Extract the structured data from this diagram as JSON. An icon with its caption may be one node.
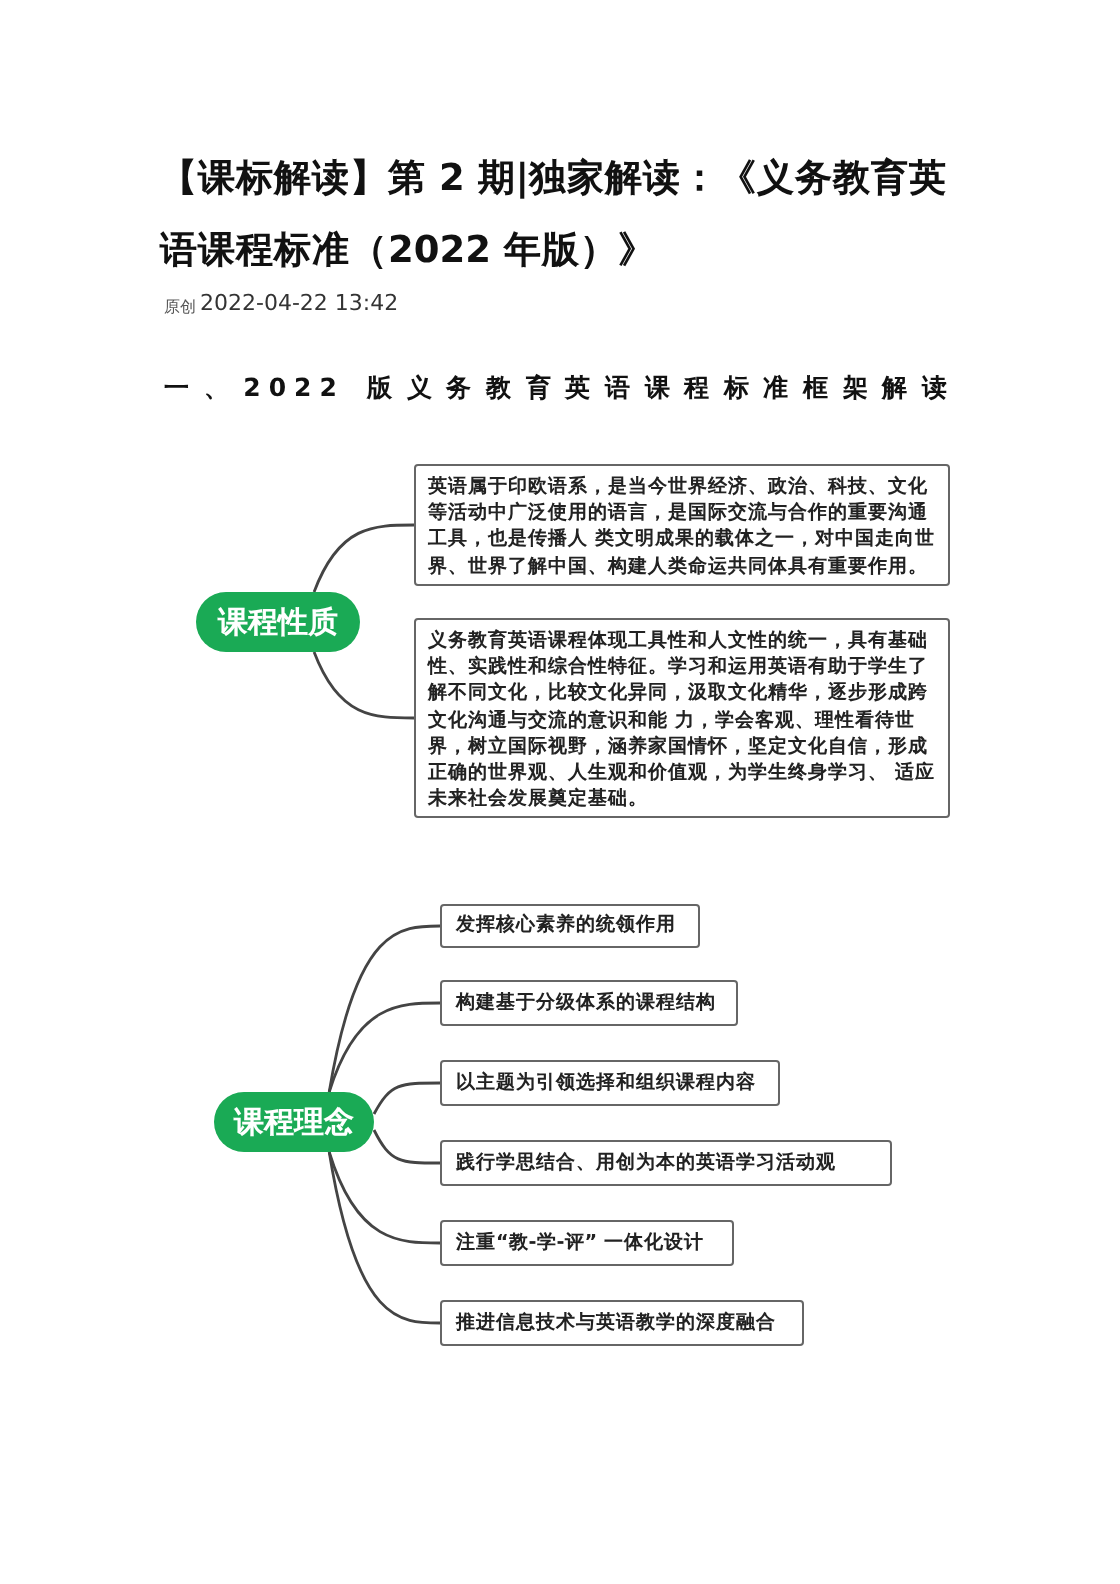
{
  "diagram": {
    "title": "【课标解读】第 2 期|独家解读：《义务教育英语课程标准（2022 年版）》",
    "nodes": [
      {
        "text": [
          "课程性质"
        ]
      },
      {
        "text": [
          "英语属于印欧语系，是当今世界经济、政治、科技、文化等活动中广泛使用的语言，是国际交流与合作的重要沟通工具，也是传播人 类文明成果的载体之一，对中国走向世界、世界了解中国、构建人类命运共同体具有重要作用。"
        ]
      },
      {
        "text": [
          "义务教育英语课程体现工具性和人文性的统一，具有基础性、实践性和综合性特征。学习和运用英语有助于学生了解不同文化，比较文化异同，汲取文化精华，逐步形成跨文化沟通与交流的意识和能 力，学会客观、理性看待世界，树立国际视野，涵养家国情怀，坚定文化自信，形成正确的世界观、人生观和价值观，为学生终身学习、 适应未来社会发展奠定基础。"
        ]
      },
      {
        "text": [
          "课程理念"
        ]
      },
      {
        "text": [
          "发挥核心素养的统领作用"
        ]
      },
      {
        "text": [
          "构建基于分级体系的课程结构"
        ]
      },
      {
        "text": [
          "以主题为引领选择和组织课程内容"
        ]
      },
      {
        "text": [
          "践行学思结合、用创为本的英语学习活动观"
        ]
      },
      {
        "text": [
          "注重“教-学-评” 一体化设计"
        ]
      },
      {
        "text": [
          "推进信息技术与英语教学的深度融合"
        ]
      }
    ],
    "edges": [
      {
        "from": 0,
        "to": 1,
        "arrow": "none"
      },
      {
        "from": 0,
        "to": 2,
        "arrow": "none"
      },
      {
        "from": 3,
        "to": 4,
        "arrow": "none"
      },
      {
        "from": 3,
        "to": 5,
        "arrow": "none"
      },
      {
        "from": 3,
        "to": 6,
        "arrow": "none"
      },
      {
        "from": 3,
        "to": 7,
        "arrow": "none"
      },
      {
        "from": 3,
        "to": 8,
        "arrow": "none"
      },
      {
        "from": 3,
        "to": 9,
        "arrow": "none"
      }
    ],
    "labels": [
      "原创",
      "2022-04-22 13:42",
      "一、2022 版义务教育英语课程标准框架解读"
    ]
  }
}
